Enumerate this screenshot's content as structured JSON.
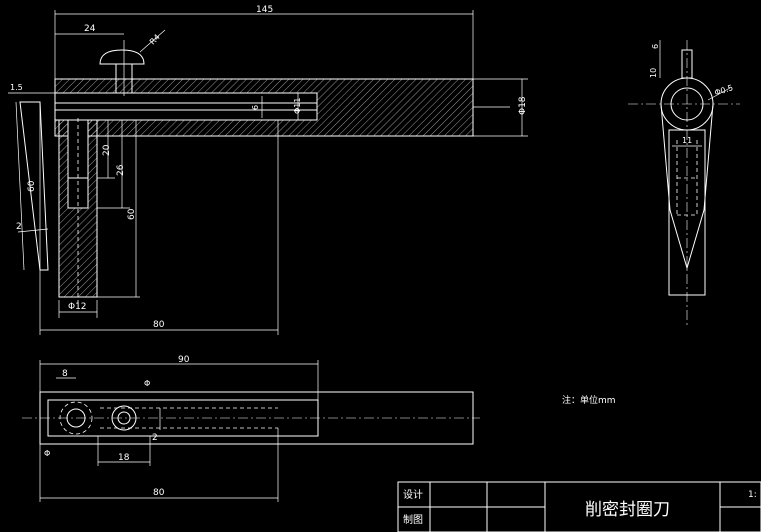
{
  "dimensions": {
    "top_view": {
      "overall_length": "145",
      "pin_offset": "24",
      "pin_radius": "R4",
      "left_gap": "1.5",
      "slot_height": "6",
      "slot_dia": "Φ11",
      "bar_dia": "Φ18",
      "leg_20": "20",
      "leg_26": "26",
      "leg_60_inner": "60",
      "leg_60_outer": "60",
      "angle_2": "2",
      "leg_dia": "Φ12",
      "base_80": "80"
    },
    "bottom_view": {
      "length_90": "90",
      "offset_8": "8",
      "dia_top": "Φ",
      "dia_bottom": "Φ",
      "width_18": "18",
      "height_2": "2",
      "length_80": "80"
    },
    "side_view": {
      "top_6": "6",
      "height_10": "10",
      "radius_05": "Φ0.5",
      "width_11": "11"
    }
  },
  "note": "注：单位mm",
  "title_block": {
    "design_label": "设计",
    "draft_label": "制图",
    "part_name": "削密封圈刀",
    "scale": "1:"
  }
}
